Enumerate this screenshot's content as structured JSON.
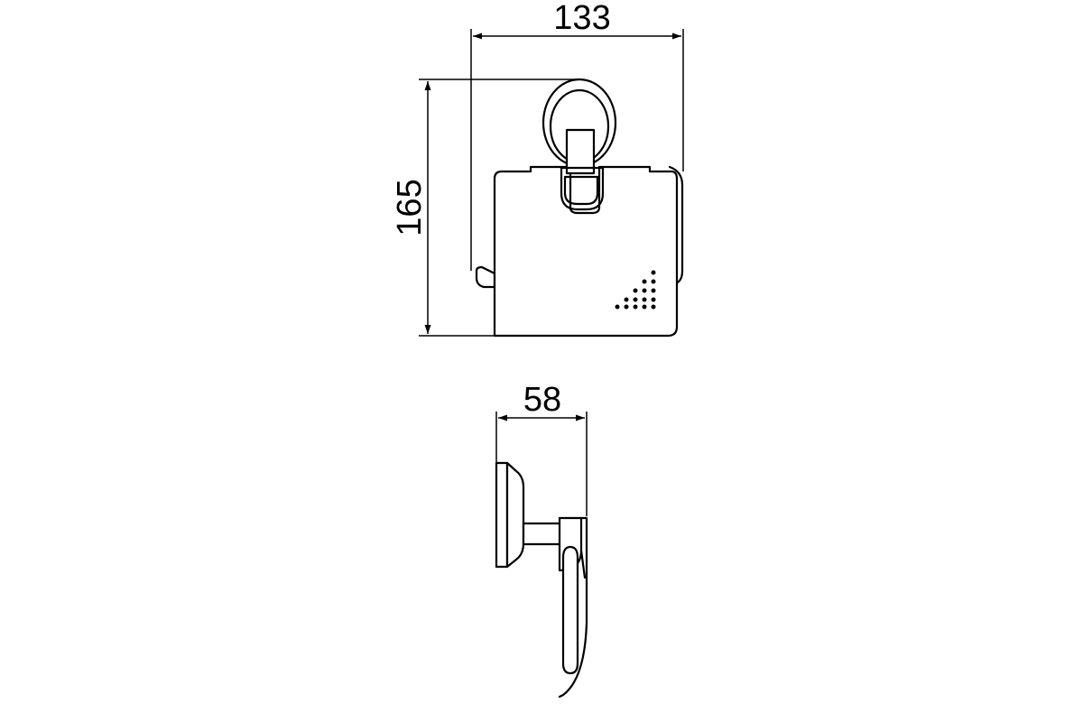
{
  "dimensions": {
    "width": "133",
    "height": "165",
    "depth": "58"
  },
  "colors": {
    "line": "#000000",
    "background": "#ffffff"
  }
}
